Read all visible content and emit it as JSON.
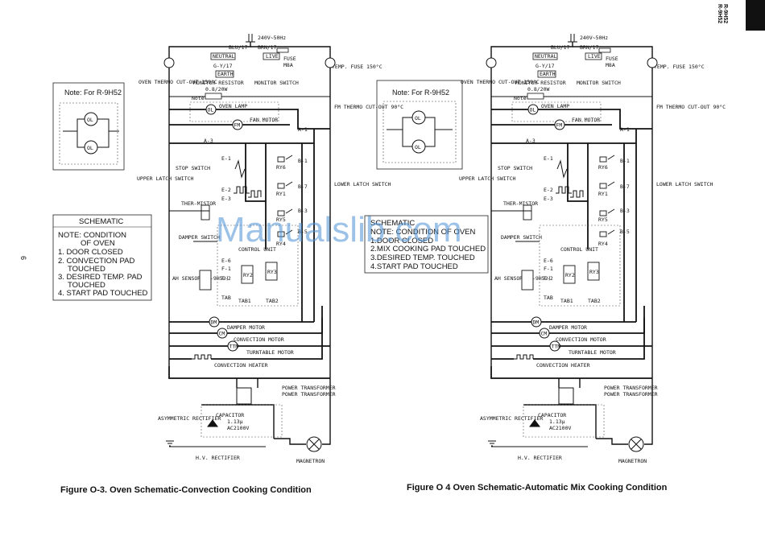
{
  "page_number": "6",
  "side_label_1": "R-9H52",
  "side_label_2": "R-9H52",
  "watermark": "Manualslib.com",
  "left": {
    "caption": "Figure O-3. Oven Schematic-Convection Cooking Condition",
    "note_title": "Note: For R-9H52",
    "schematic_box": {
      "title": "SCHEMATIC",
      "lines": [
        "NOTE: CONDITION",
        "OF OVEN",
        "1. DOOR CLOSED",
        "2. CONVECTION PAD",
        "TOUCHED",
        "3. DESIRED TEMP. PAD",
        "TOUCHED",
        "4. START PAD TOUCHED"
      ]
    }
  },
  "right": {
    "caption": "Figure O 4 Oven Schematic-Automatic Mix Cooking Condition",
    "note_title": "Note: For R-9H52",
    "schematic_box": {
      "lines": [
        "SCHEMATIC",
        "NOTE: CONDITION OF OVEN",
        "1.DOOR CLOSED",
        "2.MIX COOKING PAD TOUCHED",
        "3.DESIRED TEMP. TOUCHED",
        "4.START PAD TOUCHED"
      ]
    }
  },
  "labels": {
    "voltage": "240V~50Hz",
    "blu": "BLU/17",
    "brn": "BRN/17",
    "neutral": "NEUTRAL",
    "live": "LIVE",
    "gy": "G-Y/17",
    "earth": "EARTH",
    "fuse": "FUSE",
    "fuse_rating": "M8A",
    "temp_fuse": "TEMP. FUSE 150°C",
    "oven_thermo": "OVEN THERMO CUT-OUT 150°C",
    "monitor_resistor": "MONITOR RESISTOR",
    "monitor_resistor_val": "0.8/20W",
    "monitor_switch": "MONITOR SWITCH",
    "note": "Note",
    "oven_lamp": "OVEN LAMP",
    "fan_motor": "FAN MOTOR",
    "fm_thermo": "FM THERMO CUT-OUT 90°C",
    "a1": "A-1",
    "a3": "A-3",
    "e1": "E-1",
    "e2": "E-2",
    "e3": "E-3",
    "e6": "E-6",
    "f1": "F-1",
    "f2": "F-2",
    "b1": "B-1",
    "b7": "B-7",
    "b3": "B-3",
    "b5": "B-5",
    "ry6": "RY6",
    "ry1": "RY1",
    "ry5": "RY5",
    "ry4": "RY4",
    "ry2": "RY2",
    "ry3": "RY3",
    "stop_switch": "STOP SWITCH",
    "upper_latch": "UPPER LATCH SWITCH",
    "lower_latch": "LOWER LATCH SWITCH",
    "thermistor": "THER-MISTOR",
    "damper_switch": "DAMPER SWITCH",
    "control_unit": "CONTROL UNIT",
    "ah_sensor": "AH SENSOR (R-9H52)",
    "tab": "TAB",
    "tab1": "TAB1",
    "tab2": "TAB2",
    "damper_motor": "DAMPER MOTOR",
    "convection_motor": "CONVECTION MOTOR",
    "turntable_motor": "TURNTABLE MOTOR",
    "convection_heater": "CONVECTION HEATER",
    "power_transformer": "POWER TRANSFORMER",
    "asym_rectifier": "ASYMMETRIC RECTIFIER",
    "capacitor": "CAPACITOR",
    "cap_val1": "1.13μ",
    "cap_val2": "AC2100V",
    "hv_rectifier": "H.V. RECTIFIER",
    "magnetron": "MAGNETRON",
    "dm": "DM",
    "cm": "CM",
    "ttm": "TTM",
    "fm": "FM",
    "ol": "OL"
  }
}
